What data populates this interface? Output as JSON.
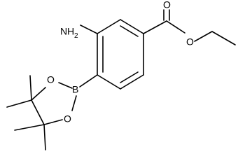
{
  "molecule": {
    "labels": {
      "amine_n": "N",
      "amine_h": "H",
      "amine_sub": "2",
      "boron": "B",
      "ring_o_upper": "O",
      "ring_o_lower": "O",
      "carbonyl_o": "O",
      "ester_o": "O"
    }
  }
}
